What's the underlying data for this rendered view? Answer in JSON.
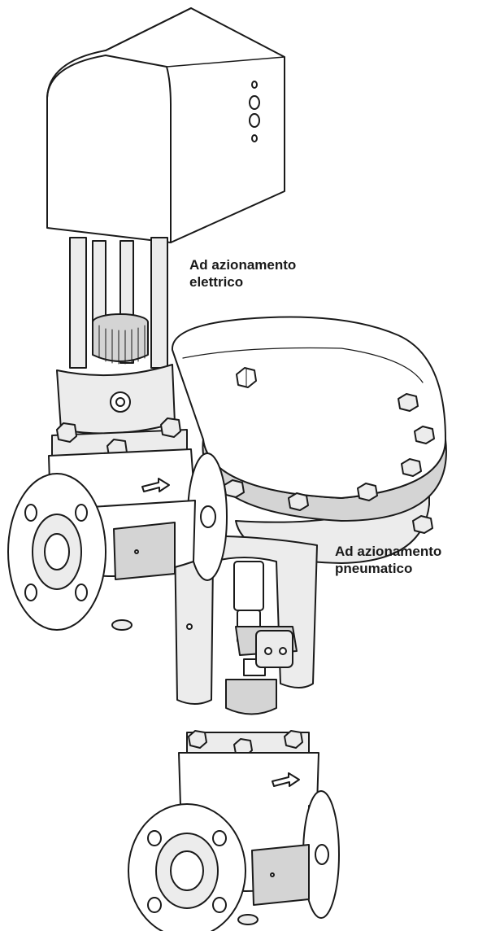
{
  "labels": {
    "electric": {
      "line1": "Ad azionamento",
      "line2": "elettrico"
    },
    "pneumatic": {
      "line1": "Ad azionamento",
      "line2": "pneumatico"
    }
  },
  "icons": [
    "electric-actuator-housing",
    "pneumatic-diaphragm-actuator",
    "valve-body",
    "flange",
    "flow-arrow"
  ],
  "colors": {
    "stroke": "#1a1a1a",
    "fill": "#ffffff",
    "face": "#ececec",
    "shade": "#d4d4d4",
    "text": "#1a1a1a"
  }
}
